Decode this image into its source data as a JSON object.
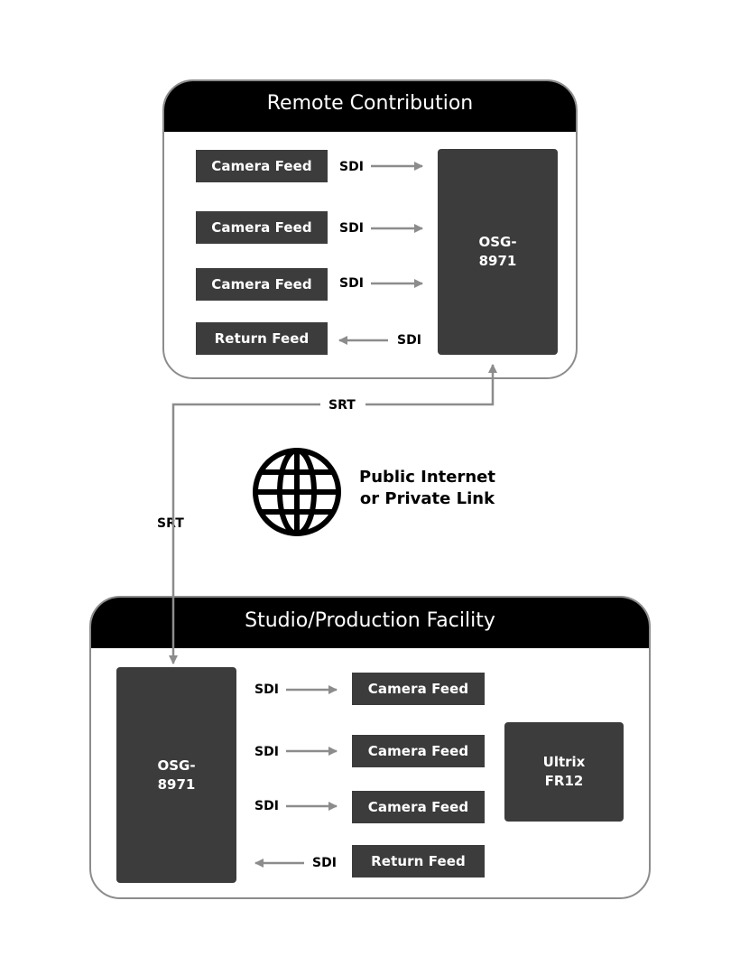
{
  "remote": {
    "title": "Remote Contribution",
    "feeds": [
      "Camera Feed",
      "Camera Feed",
      "Camera Feed",
      "Return Feed"
    ],
    "device": [
      "OSG-",
      "8971"
    ]
  },
  "studio": {
    "title": "Studio/Production Facility",
    "feeds": [
      "Camera Feed",
      "Camera Feed",
      "Camera Feed",
      "Return Feed"
    ],
    "device": [
      "OSG-",
      "8971"
    ],
    "router": [
      "Ultrix",
      "FR12"
    ]
  },
  "link": {
    "sdi": "SDI",
    "srt": "SRT",
    "network_caption": [
      "Public Internet",
      "or Private Link"
    ]
  },
  "icons": {
    "network": "globe-icon"
  },
  "colors": {
    "header": "#000000",
    "box": "#3c3c3c",
    "line": "#8c8c8c"
  }
}
